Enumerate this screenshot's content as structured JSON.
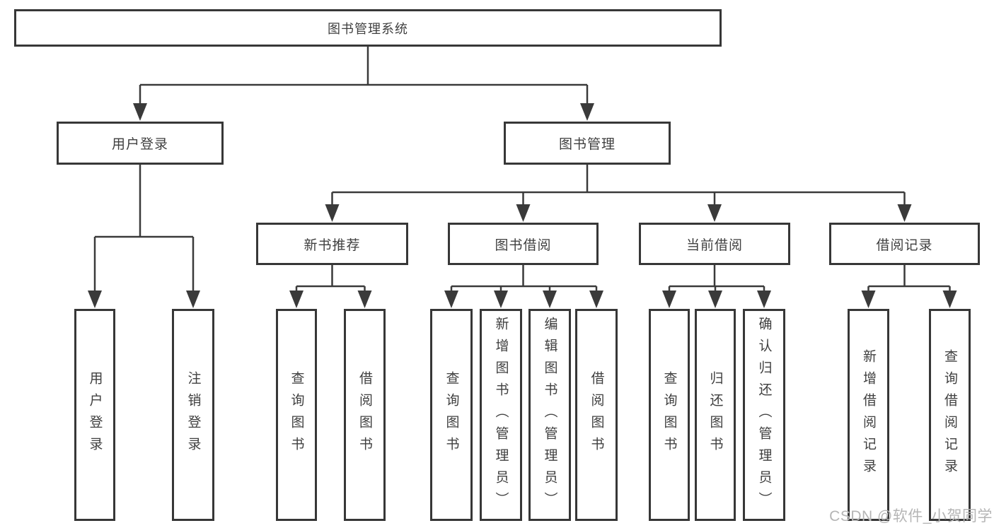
{
  "diagram": {
    "root": {
      "label": "图书管理系统",
      "children": [
        {
          "label": "用户登录",
          "children": [
            {
              "label": "用户登录"
            },
            {
              "label": "注销登录"
            }
          ]
        },
        {
          "label": "图书管理",
          "children": [
            {
              "label": "新书推荐",
              "children": [
                {
                  "label": "查询图书"
                },
                {
                  "label": "借阅图书"
                }
              ]
            },
            {
              "label": "图书借阅",
              "children": [
                {
                  "label": "查询图书"
                },
                {
                  "label": "新增图书（管理员）"
                },
                {
                  "label": "编辑图书（管理员）"
                },
                {
                  "label": "借阅图书"
                }
              ]
            },
            {
              "label": "当前借阅",
              "children": [
                {
                  "label": "查询图书"
                },
                {
                  "label": "归还图书"
                },
                {
                  "label": "确认归还（管理员）"
                }
              ]
            },
            {
              "label": "借阅记录",
              "children": [
                {
                  "label": "新增借阅记录"
                },
                {
                  "label": "查询借阅记录"
                }
              ]
            }
          ]
        }
      ]
    },
    "watermark": "CSDN @软件_小贺同学",
    "colors": {
      "line": "#3a3a3a",
      "box_border": "#373737",
      "box_background": "#ffffff",
      "text": "#3f3f3f",
      "watermark": "#b5b5b5"
    }
  }
}
